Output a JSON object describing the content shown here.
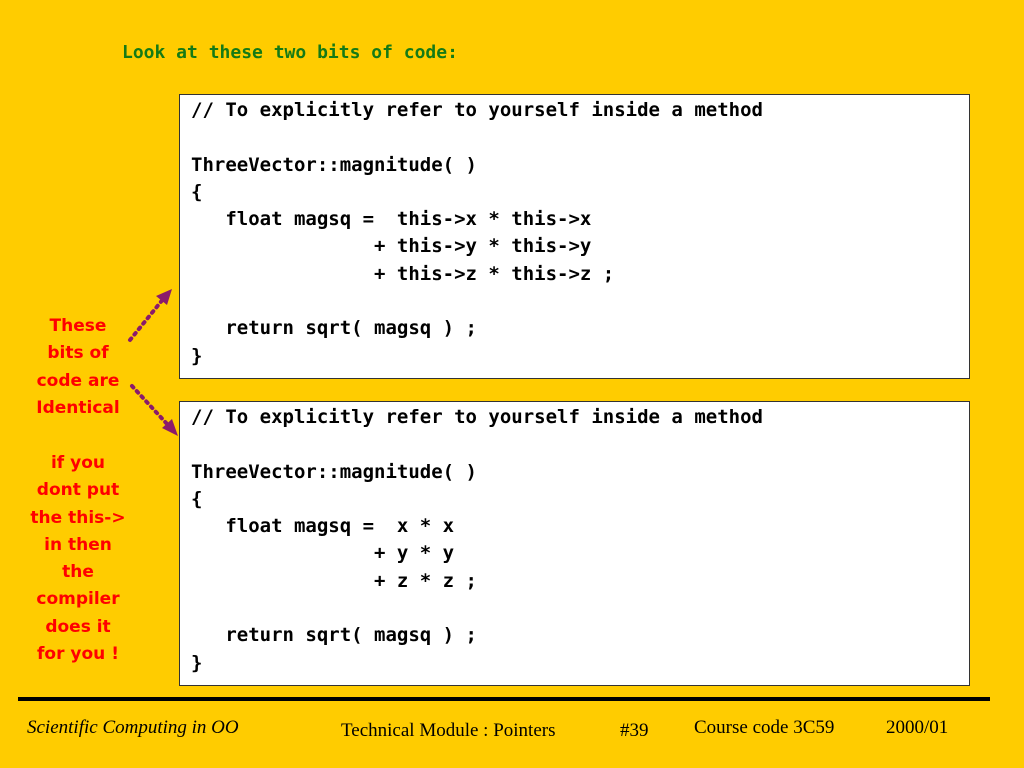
{
  "slide": {
    "heading": "Look at these two bits of code:"
  },
  "code_top": {
    "lines": [
      "// To explicitly refer to yourself inside a method",
      "",
      "ThreeVector::magnitude( )",
      "{",
      "   float magsq =  this->x * this->x",
      "                + this->y * this->y",
      "                + this->z * this->z ;",
      "",
      "   return sqrt( magsq ) ;",
      "}"
    ]
  },
  "code_bottom": {
    "lines": [
      "// To explicitly refer to yourself inside a method",
      "",
      "ThreeVector::magnitude( )",
      "{",
      "   float magsq =  x * x",
      "                + y * y",
      "                + z * z ;",
      "",
      "   return sqrt( magsq ) ;",
      "}"
    ]
  },
  "side_note": {
    "identical_lines": [
      "These",
      "bits of",
      "code are",
      "Identical"
    ],
    "compiler_lines": [
      "if you",
      "dont put",
      "the this->",
      "in then",
      "the",
      "compiler",
      "does it",
      "for you !"
    ],
    "color": "#ff0000"
  },
  "footer": {
    "course_title": "Scientific Computing in OO",
    "module": "Technical Module : Pointers",
    "slide_number": "#39",
    "course_code": "Course code 3C59",
    "year": "2000/01"
  },
  "colors": {
    "background": "#ffcc00",
    "heading": "#157a15",
    "arrow": "#8b1a6b"
  }
}
